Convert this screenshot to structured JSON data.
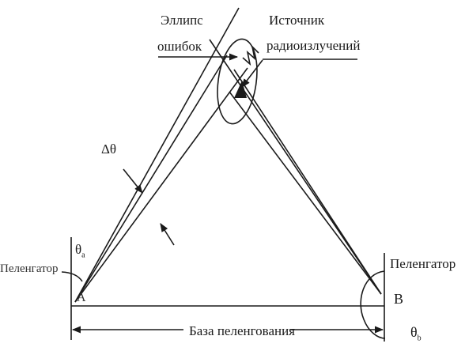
{
  "labels": {
    "ellipse_line1": "Эллипс",
    "ellipse_line2": "ошибок",
    "source_line1": "Источник",
    "source_line2": "радиоизлучений",
    "delta_theta": "Δθ",
    "theta_a_symbol": "θ",
    "theta_a_sub": "а",
    "direction_finder_a": "Пеленгатор",
    "point_a": "А",
    "direction_finder_b": "Пеленгатор",
    "point_b": "В",
    "theta_b_symbol": "θ",
    "theta_b_sub": "b",
    "base_line": "База пеленгования"
  },
  "colors": {
    "stroke": "#1a1a1a",
    "background": "#ffffff"
  }
}
